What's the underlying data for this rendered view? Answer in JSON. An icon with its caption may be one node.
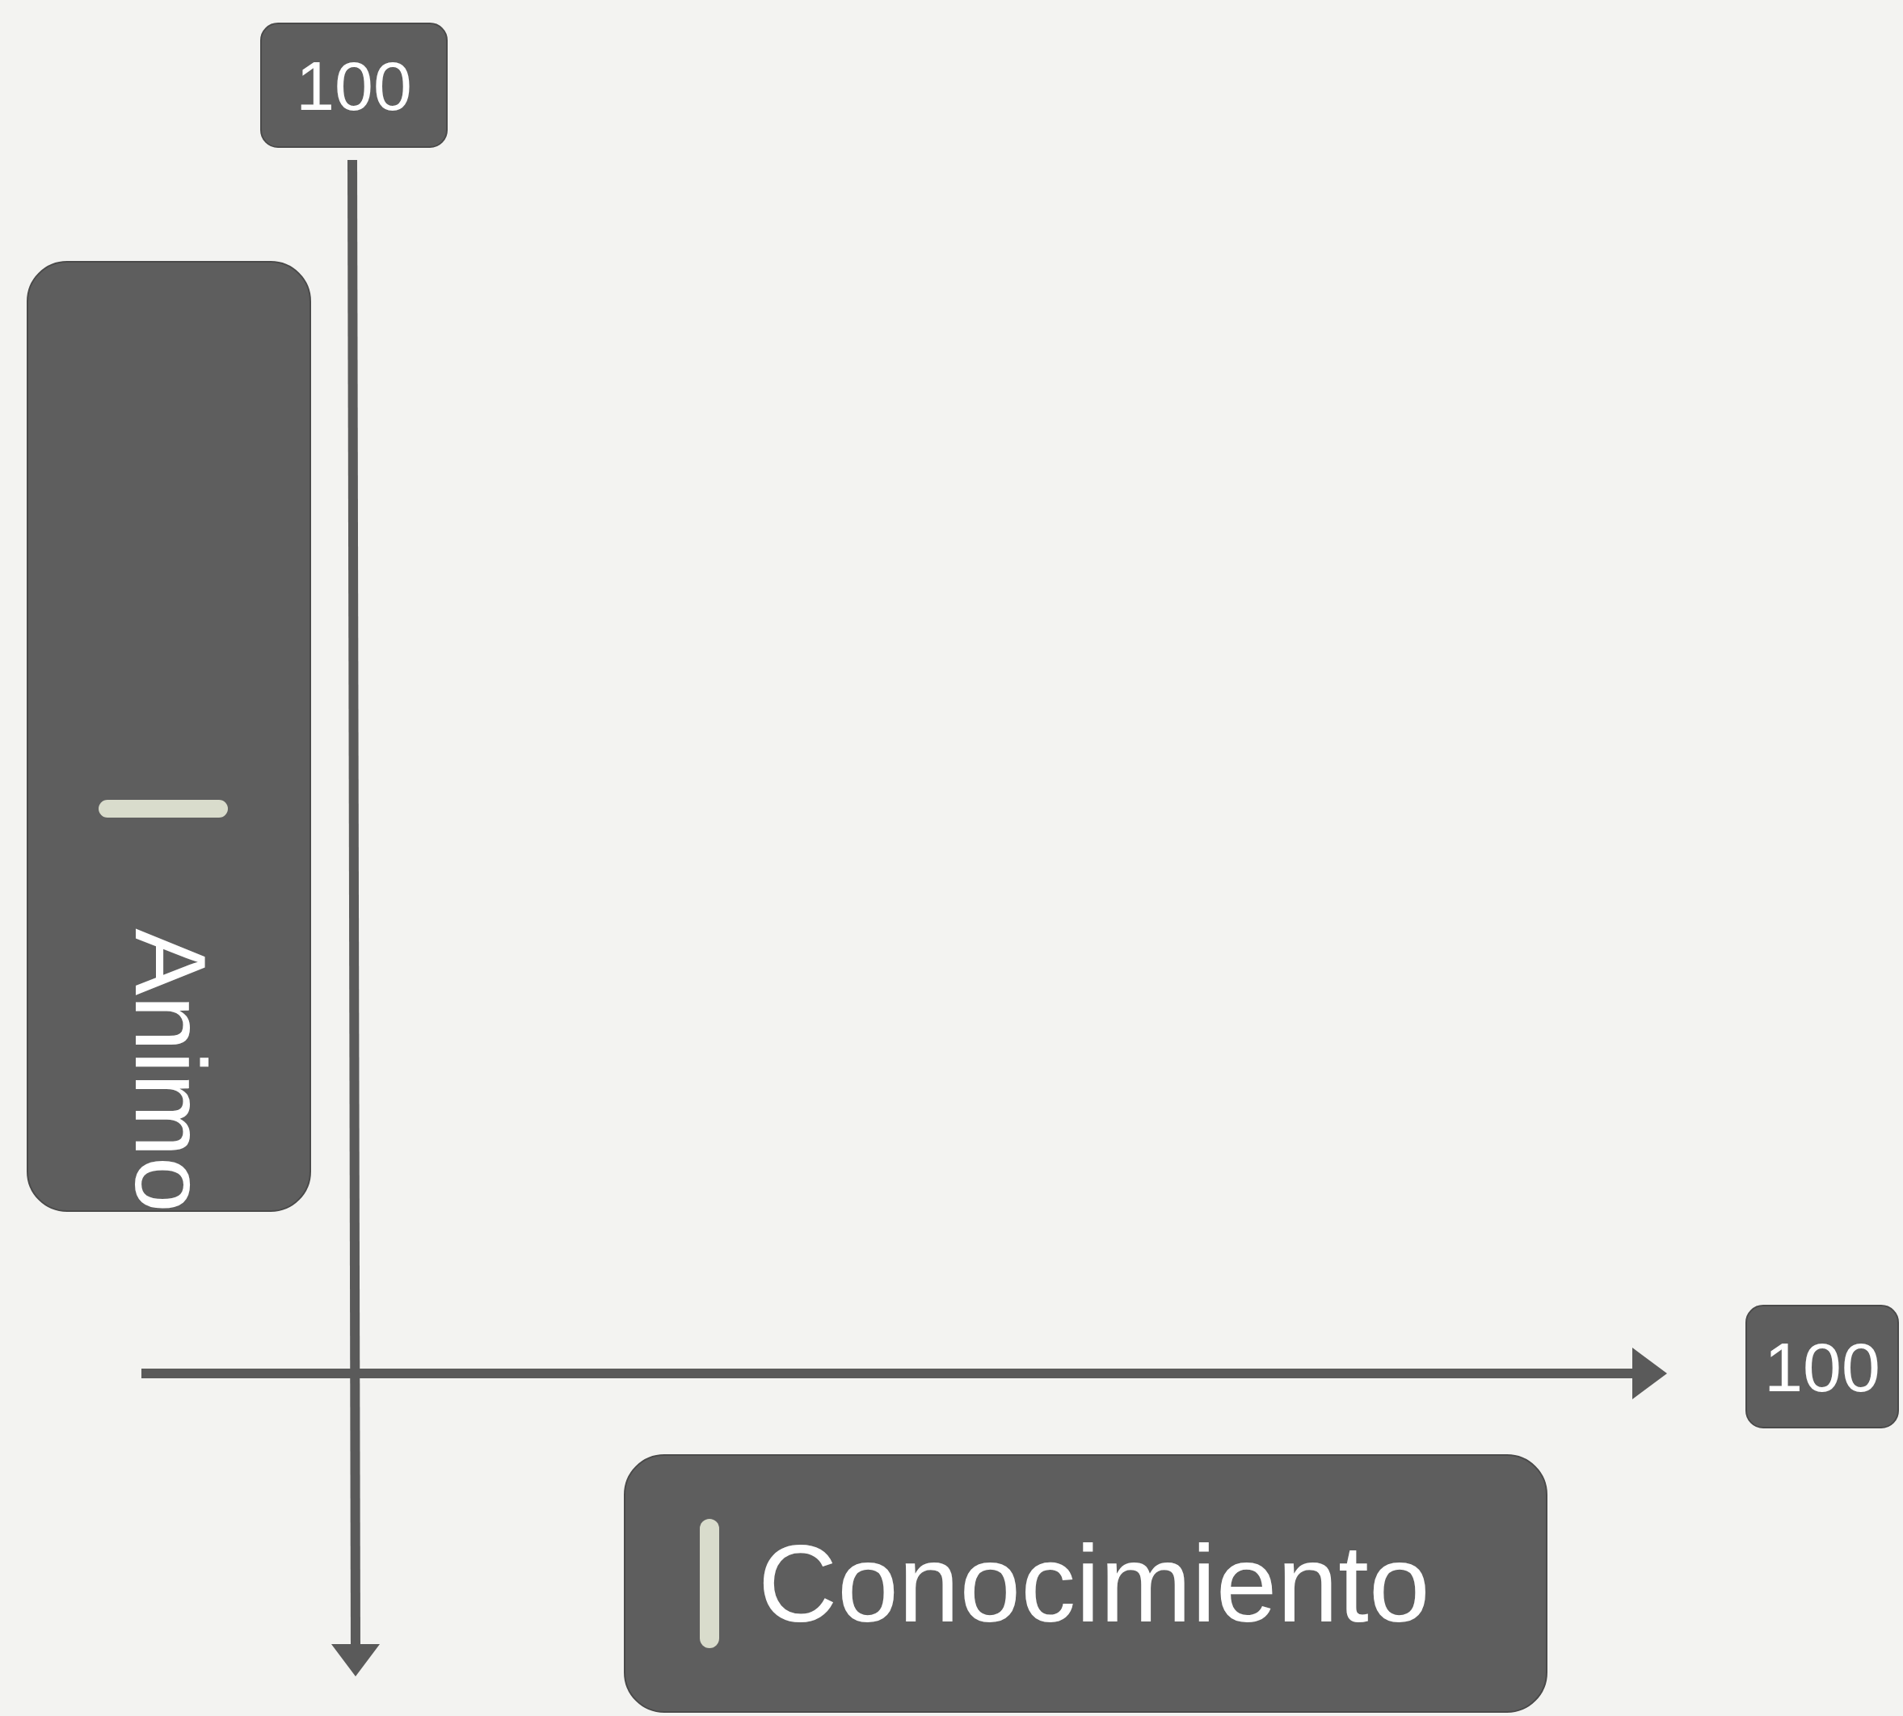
{
  "diagram": {
    "nodes": [
      {
        "text": [
          "100"
        ]
      },
      {
        "text": [
          "Animo"
        ]
      },
      {
        "text": [
          "100"
        ]
      },
      {
        "text": [
          "Conocimiento"
        ]
      }
    ]
  }
}
